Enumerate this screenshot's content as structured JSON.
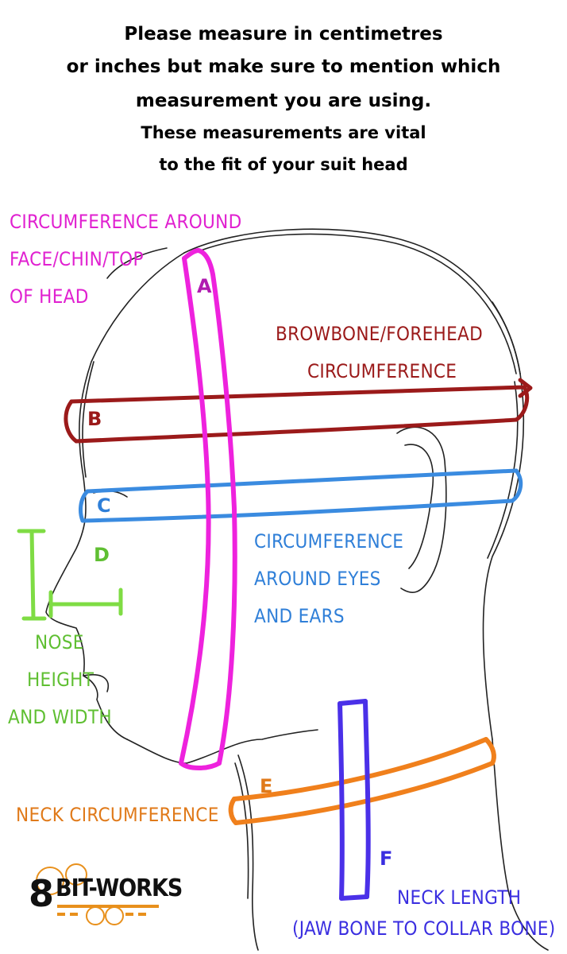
{
  "instructions": {
    "line1": "Please measure in centimetres",
    "line2": "or inches but make sure to mention which",
    "line3": "measurement you are using.",
    "line4": "These measurements are vital",
    "line5": "to the fit of your suit head"
  },
  "labels": {
    "a": {
      "letter": "A",
      "lines": [
        "CIRCUMFERENCE AROUND",
        "FACE/CHIN/TOP",
        "OF HEAD"
      ],
      "color": "#e020d0"
    },
    "b": {
      "letter": "B",
      "lines": [
        "BROWBONE/FOREHEAD",
        "CIRCUMFERENCE"
      ],
      "color": "#9b1a1a"
    },
    "c": {
      "letter": "C",
      "lines": [
        "CIRCUMFERENCE",
        "AROUND EYES",
        "AND EARS"
      ],
      "color": "#2f7fd8"
    },
    "d": {
      "letter": "D",
      "lines": [
        "NOSE",
        "HEIGHT",
        "AND WIDTH"
      ],
      "color": "#6ac43a"
    },
    "e": {
      "letter": "E",
      "lines": [
        "NECK CIRCUMFERENCE"
      ],
      "color": "#e07a1a"
    },
    "f": {
      "letter": "F",
      "lines": [
        "NECK LENGTH",
        "(JAW BONE TO COLLAR BONE)"
      ],
      "color": "#3a2ee0"
    }
  },
  "logo": {
    "text": "BIT-WORKS",
    "digit": "8",
    "accent": "#e8901c"
  }
}
